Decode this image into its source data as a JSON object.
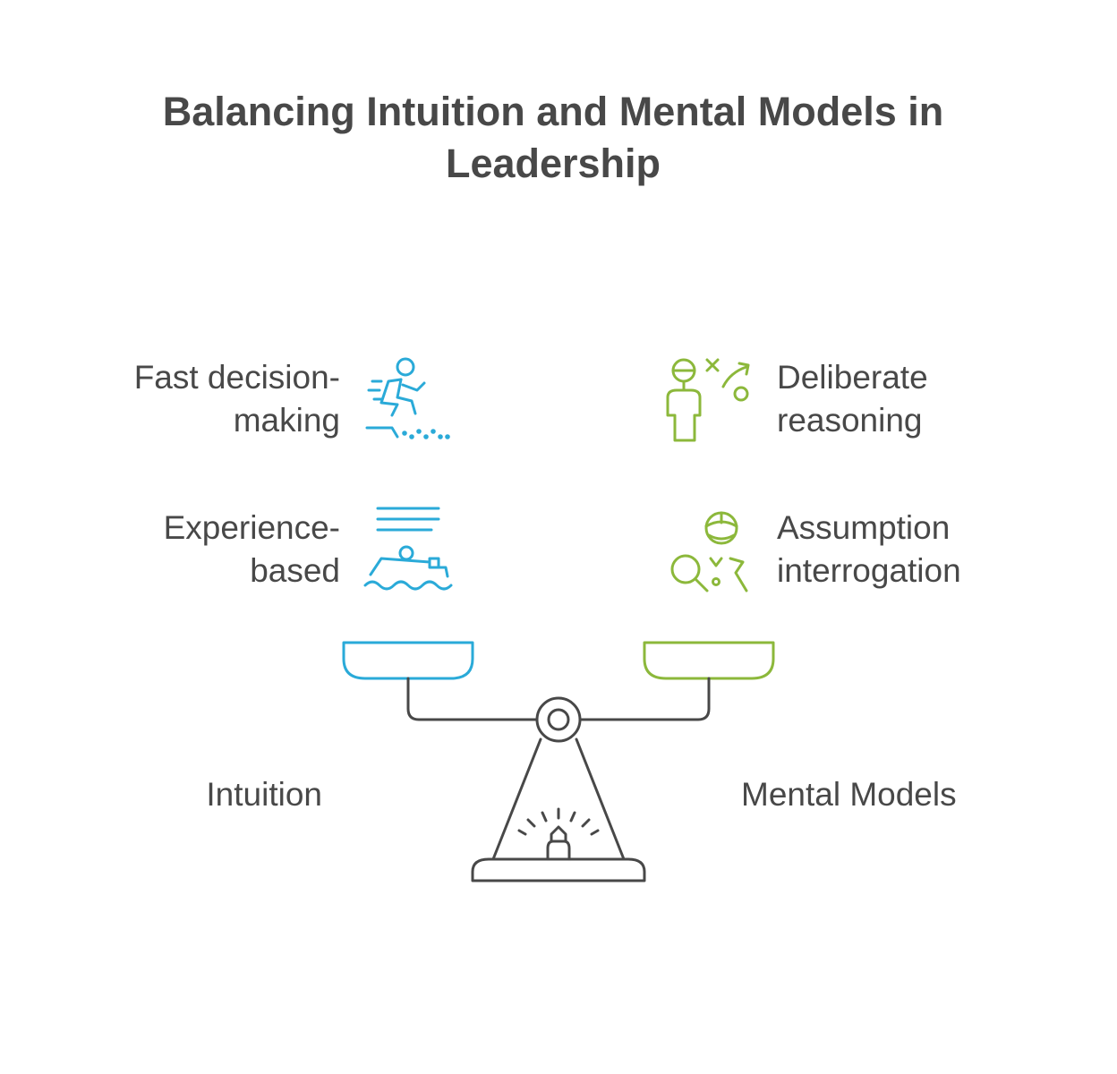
{
  "title": {
    "line1": "Balancing Intuition and Mental Models in",
    "line2": "Leadership"
  },
  "left": {
    "name": "Intuition",
    "color": "#2aaad8",
    "items": [
      {
        "line1": "Fast decision-",
        "line2": "making",
        "icon": "sprinter-icon"
      },
      {
        "line1": "Experience-",
        "line2": "based",
        "icon": "boat-on-waves-icon"
      }
    ]
  },
  "right": {
    "name": "Mental Models",
    "color": "#8cb83b",
    "items": [
      {
        "line1": "Deliberate",
        "line2": "reasoning",
        "icon": "strategist-plan-icon"
      },
      {
        "line1": "Assumption",
        "line2": "interrogation",
        "icon": "investigator-magnifier-icon"
      }
    ]
  },
  "scale": {
    "color": "#484848",
    "icon": "balance-scale-icon"
  }
}
